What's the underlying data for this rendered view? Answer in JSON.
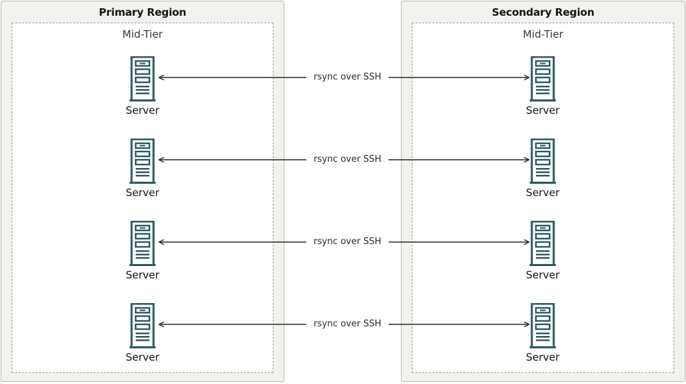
{
  "regions": {
    "primary": {
      "title": "Primary Region",
      "tier": "Mid-Tier"
    },
    "secondary": {
      "title": "Secondary Region",
      "tier": "Mid-Tier"
    }
  },
  "servers": {
    "primary": [
      "Server",
      "Server",
      "Server",
      "Server"
    ],
    "secondary": [
      "Server",
      "Server",
      "Server",
      "Server"
    ]
  },
  "connections": [
    "rsync over SSH",
    "rsync over SSH",
    "rsync over SSH",
    "rsync over SSH"
  ],
  "colors": {
    "server_icon": "#2e5a5f",
    "region_bg": "#f2f1ee",
    "arrow": "#2b2926"
  }
}
